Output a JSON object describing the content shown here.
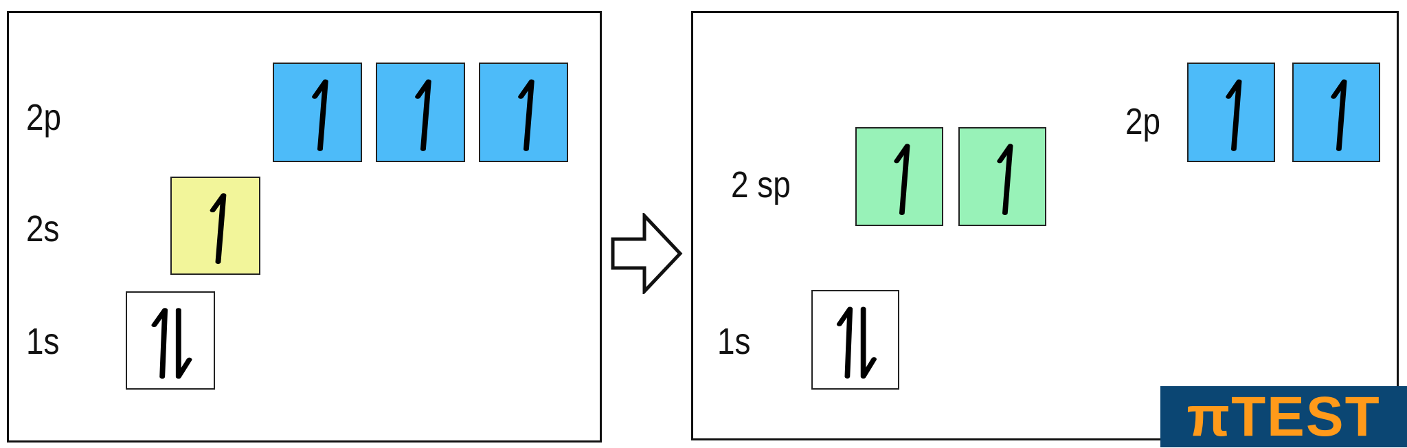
{
  "left_panel": {
    "levels": [
      {
        "label": "2p",
        "orbitals": [
          "up",
          "up",
          "up"
        ],
        "color": "#4dbbf9"
      },
      {
        "label": "2s",
        "orbitals": [
          "up"
        ],
        "color": "#f2f59a"
      },
      {
        "label": "1s",
        "orbitals": [
          "updown"
        ],
        "color": "#ffffff"
      }
    ]
  },
  "right_panel": {
    "levels": [
      {
        "label": "2p",
        "orbitals": [
          "up",
          "up"
        ],
        "color": "#4dbbf9"
      },
      {
        "label": "2 sp",
        "orbitals": [
          "up",
          "up"
        ],
        "color": "#98f2b8"
      },
      {
        "label": "1s",
        "orbitals": [
          "updown"
        ],
        "color": "#ffffff"
      }
    ]
  },
  "logo": {
    "pi": "π",
    "text": "TEST"
  }
}
